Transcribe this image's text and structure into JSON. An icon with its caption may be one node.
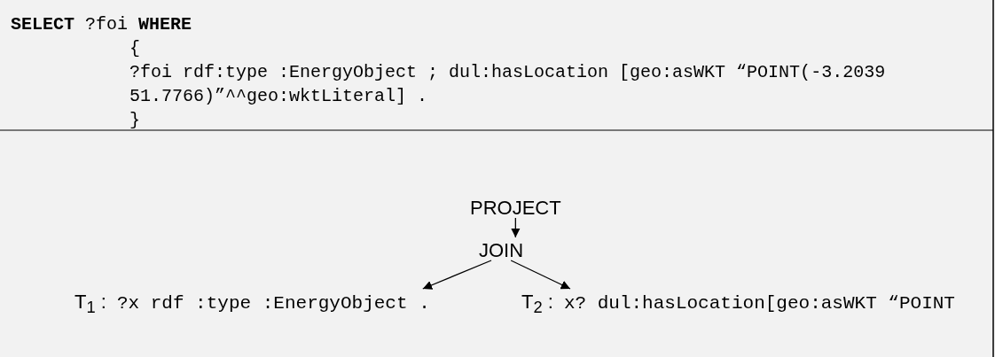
{
  "diagram": {
    "nodes": [
      {
        "text": [
          "PROJECT"
        ]
      },
      {
        "text": [
          "JOIN"
        ]
      },
      {
        "text": [
          "T$_{1}$ :",
          "?x rdf :type :EnergyObject ."
        ]
      },
      {
        "text": [
          "T$_{2}$ :",
          "x? dul:hasLocation[geo:asWKT “POINT"
        ]
      }
    ],
    "edges": [
      {
        "from": 0,
        "to": 1,
        "arrow": "to"
      },
      {
        "from": 1,
        "to": 2,
        "arrow": "to"
      },
      {
        "from": 1,
        "to": 3,
        "arrow": "to"
      }
    ],
    "labels": [
      "**SELECT** ?foi **WHERE**",
      "{",
      "?foi rdf:type :EnergyObject ; dul:hasLocation [geo:asWKT “POINT(-3.2039 51.7766)”^^geo:wktLiteral] .",
      "}"
    ]
  }
}
